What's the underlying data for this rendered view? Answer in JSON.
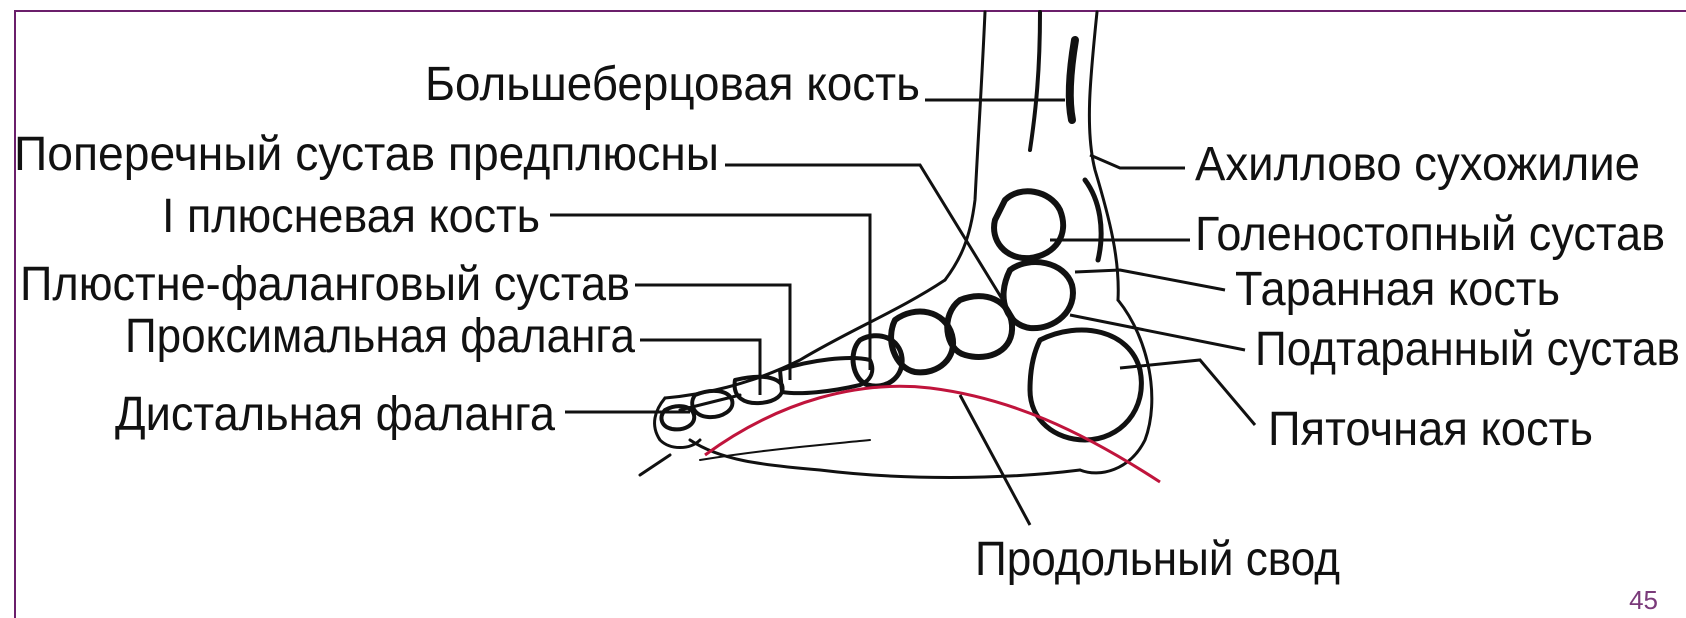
{
  "labels": {
    "tibia": "Большеберцовая кость",
    "transverse_joint": "Поперечный сустав предплюсны",
    "first_metatarsal": "I плюсневая кость",
    "mtp_joint": "Плюстне-фаланговый сустав",
    "proximal_phalanx": "Проксимальная фаланга",
    "distal_phalanx": "Дистальная фаланга",
    "achilles": "Ахиллово сухожилие",
    "ankle_joint": "Голеностопный сустав",
    "talus": "Таранная кость",
    "subtalar_joint": "Подтаранный сустав",
    "calcaneus": "Пяточная кость",
    "longitudinal_arch": "Продольный свод"
  },
  "page_number": "45",
  "colors": {
    "frame": "#6b1f6b",
    "arch_line": "#c0143c",
    "page_number": "#7a3a7a"
  }
}
